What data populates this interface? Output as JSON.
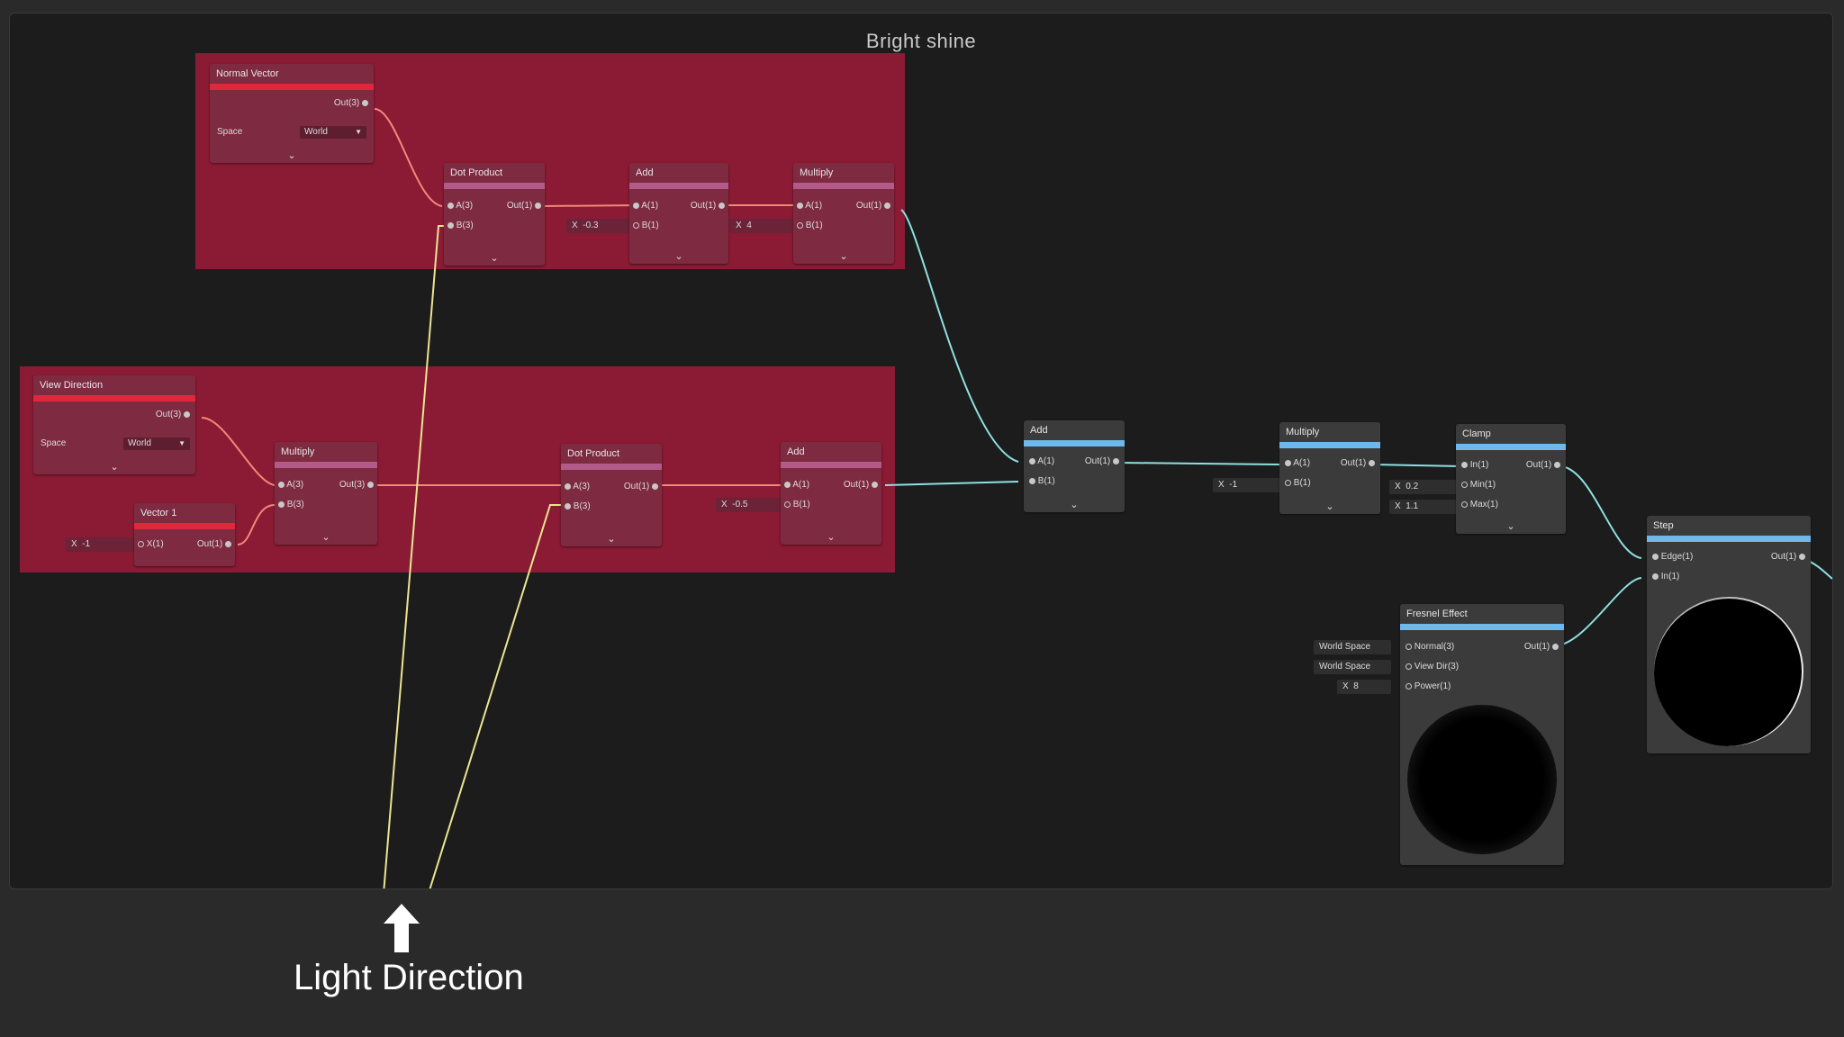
{
  "group": {
    "title": "Bright shine"
  },
  "caption": {
    "label": "Light Direction"
  },
  "colors": {
    "background": "#2a2a2a",
    "canvas": "#1c1c1c",
    "group": "#8b1a34",
    "wire_red": "#f08a7a",
    "wire_cyan": "#8fe0e0",
    "wire_yellow": "#ebe592"
  },
  "nodes": {
    "normal_vector": {
      "title": "Normal Vector",
      "out": "Out(3)",
      "space_label": "Space",
      "space_value": "World"
    },
    "dot1": {
      "title": "Dot Product",
      "a": "A(3)",
      "b": "B(3)",
      "out": "Out(1)"
    },
    "add1": {
      "title": "Add",
      "a": "A(1)",
      "b": "B(1)",
      "out": "Out(1)",
      "x_label": "X",
      "x_value": "-0.3"
    },
    "mult1": {
      "title": "Multiply",
      "a": "A(1)",
      "b": "B(1)",
      "out": "Out(1)",
      "x_label": "X",
      "x_value": "4"
    },
    "view_dir": {
      "title": "View Direction",
      "out": "Out(3)",
      "space_label": "Space",
      "space_value": "World"
    },
    "vector1": {
      "title": "Vector 1",
      "in": "X(1)",
      "out": "Out(1)",
      "x_label": "X",
      "x_value": "-1"
    },
    "mult2": {
      "title": "Multiply",
      "a": "A(3)",
      "b": "B(3)",
      "out": "Out(3)"
    },
    "dot2": {
      "title": "Dot Product",
      "a": "A(3)",
      "b": "B(3)",
      "out": "Out(1)"
    },
    "add2": {
      "title": "Add",
      "a": "A(1)",
      "b": "B(1)",
      "out": "Out(1)",
      "x_label": "X",
      "x_value": "-0.5"
    },
    "add3": {
      "title": "Add",
      "a": "A(1)",
      "b": "B(1)",
      "out": "Out(1)"
    },
    "mult3": {
      "title": "Multiply",
      "a": "A(1)",
      "b": "B(1)",
      "out": "Out(1)",
      "x_label": "X",
      "x_value": "-1"
    },
    "clamp": {
      "title": "Clamp",
      "in": "In(1)",
      "min": "Min(1)",
      "max": "Max(1)",
      "out": "Out(1)",
      "x_label": "X",
      "min_value": "0.2",
      "max_value": "1.1"
    },
    "fresnel": {
      "title": "Fresnel Effect",
      "normal": "Normal(3)",
      "view": "View Dir(3)",
      "power": "Power(1)",
      "out": "Out(1)",
      "normal_in": "World Space",
      "view_in": "World Space",
      "x_label": "X",
      "power_value": "8"
    },
    "step": {
      "title": "Step",
      "edge": "Edge(1)",
      "in": "In(1)",
      "out": "Out(1)"
    }
  }
}
